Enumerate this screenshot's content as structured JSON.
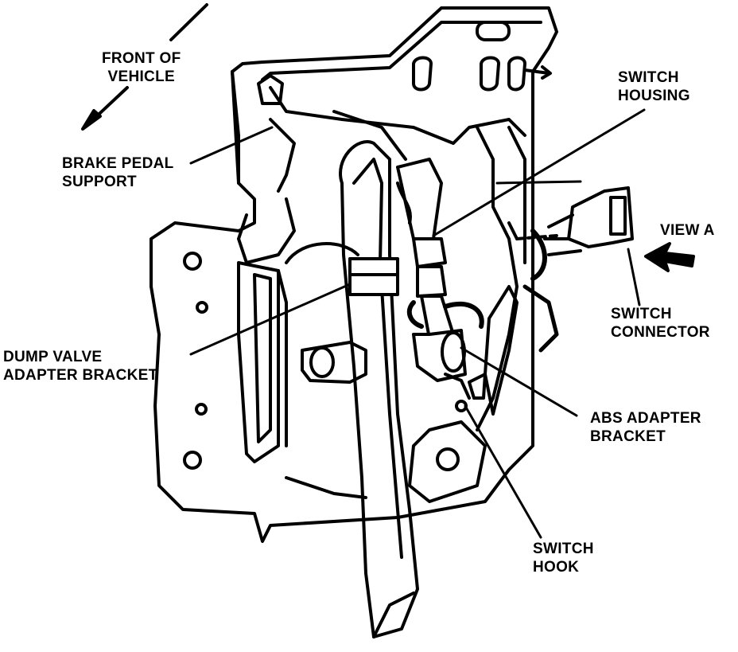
{
  "labels": {
    "front_of_vehicle": [
      "FRONT OF",
      "VEHICLE"
    ],
    "brake_pedal_support": [
      "BRAKE PEDAL",
      "SUPPORT"
    ],
    "switch_housing": [
      "SWITCH",
      "HOUSING"
    ],
    "view_a": "VIEW A",
    "switch_connector": [
      "SWITCH",
      "CONNECTOR"
    ],
    "dump_valve_adapter_bracket": [
      "DUMP VALVE",
      "ADAPTER BRACKET"
    ],
    "abs_adapter_bracket": [
      "ABS ADAPTER",
      "BRACKET"
    ],
    "switch_hook": [
      "SWITCH",
      "HOOK"
    ]
  },
  "colors": {
    "ink": "#000000",
    "paper": "#ffffff"
  }
}
